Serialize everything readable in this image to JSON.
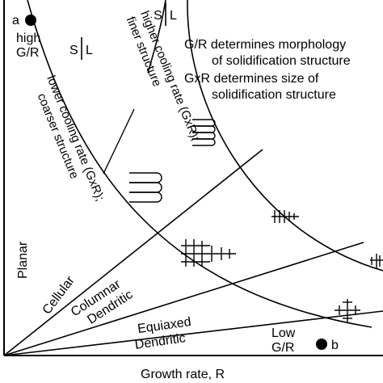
{
  "x_axis_label": "Growth rate, R",
  "point_a": {
    "letter": "a",
    "line1": "high",
    "line2": "G/R"
  },
  "point_b": {
    "letter": "b",
    "line1": "Low",
    "line2": "G/R"
  },
  "sl_marker": {
    "s": "S",
    "l": "L"
  },
  "notes": {
    "line1": "G/R determines morphology",
    "line2": "of solidification structure",
    "line3": "GxR determines size of",
    "line4": "solidification structure"
  },
  "curve_labels": {
    "lower_1": "lower cooling rate (GxR);",
    "lower_2": "coarser structure",
    "higher_1": "higher cooling rate (GxR);",
    "higher_2": "finer structure"
  },
  "regions": {
    "planar": "Planar",
    "cellular": "Cellular",
    "columnar": "Columnar",
    "dendritic_1": "Dendritic",
    "equiaxed": "Equiaxed",
    "dendritic_2": "Dendritic"
  }
}
